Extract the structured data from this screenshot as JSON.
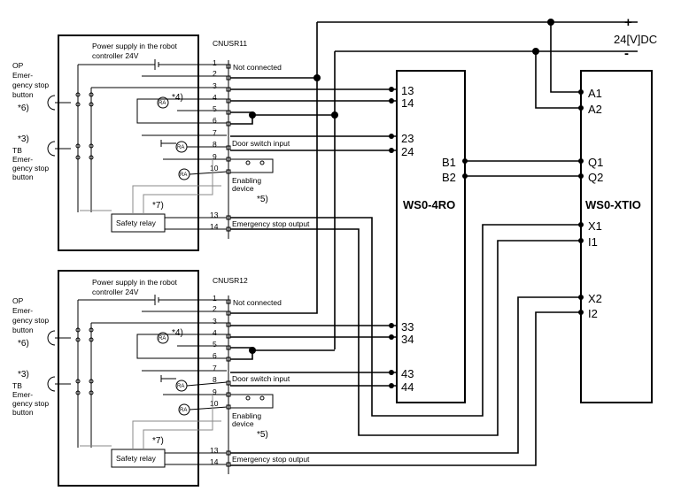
{
  "power": {
    "plus": "+",
    "minus": "-",
    "voltage": "24[V]DC"
  },
  "cnusr11": {
    "connector": "CNUSR11",
    "psu_label_1": "Power supply in the robot",
    "psu_label_2": "controller 24V",
    "pins": [
      "1",
      "2",
      "3",
      "4",
      "5",
      "6",
      "7",
      "8",
      "9",
      "10",
      "13",
      "14"
    ],
    "not_connected": "Not connected",
    "door_switch": "Door switch input",
    "enabling_1": "Enabling",
    "enabling_2": "device",
    "note5": "*5)",
    "note4": "*4)",
    "note7": "*7)",
    "safety_relay": "Safety relay",
    "estop_output": "Emergency stop output",
    "ra": "RA",
    "op_lines": [
      "OP",
      "Emer-",
      "gency stop",
      "button"
    ],
    "op_note": "*6)",
    "tb_note": "*3)",
    "tb_lines": [
      "TB",
      "Emer-",
      "gency stop",
      "button"
    ]
  },
  "cnusr12": {
    "connector": "CNUSR12",
    "psu_label_1": "Power supply in the robot",
    "psu_label_2": "controller 24V",
    "pins": [
      "1",
      "2",
      "3",
      "4",
      "5",
      "6",
      "7",
      "8",
      "9",
      "10",
      "13",
      "14"
    ],
    "not_connected": "Not connected",
    "door_switch": "Door switch input",
    "enabling_1": "Enabling",
    "enabling_2": "device",
    "note5": "*5)",
    "note4": "*4)",
    "note7": "*7)",
    "safety_relay": "Safety relay",
    "estop_output": "Emergency stop output",
    "ra": "RA",
    "op_lines": [
      "OP",
      "Emer-",
      "gency stop",
      "button"
    ],
    "op_note": "*6)",
    "tb_note": "*3)",
    "tb_lines": [
      "TB",
      "Emer-",
      "gency stop",
      "button"
    ]
  },
  "ws0_4ro": {
    "name": "WS0-4RO",
    "terminals": {
      "t13": "13",
      "t14": "14",
      "t23": "23",
      "t24": "24",
      "t33": "33",
      "t34": "34",
      "t43": "43",
      "t44": "44",
      "b1": "B1",
      "b2": "B2"
    }
  },
  "ws0_xtio": {
    "name": "WS0-XTIO",
    "terminals": {
      "a1": "A1",
      "a2": "A2",
      "q1": "Q1",
      "q2": "Q2",
      "x1": "X1",
      "i1": "I1",
      "x2": "X2",
      "i2": "I2"
    }
  }
}
